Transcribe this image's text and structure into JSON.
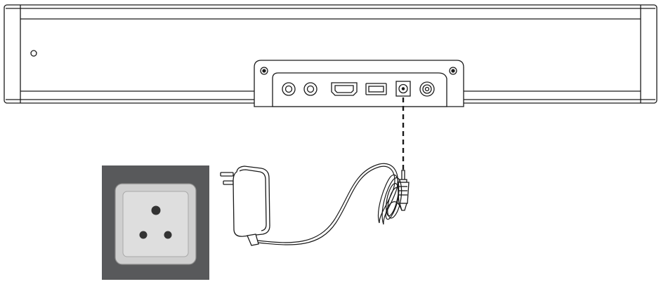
{
  "diagram": {
    "components": [
      {
        "id": "soundbar",
        "icon": "soundbar-icon"
      },
      {
        "id": "port-panel",
        "ports": [
          {
            "id": "aux-in-1",
            "icon": "round-jack-icon"
          },
          {
            "id": "aux-in-2",
            "icon": "round-jack-icon"
          },
          {
            "id": "hdmi",
            "icon": "hdmi-port-icon"
          },
          {
            "id": "usb",
            "icon": "usb-port-icon"
          },
          {
            "id": "dc-in",
            "icon": "dc-power-port-icon"
          },
          {
            "id": "coaxial",
            "icon": "coaxial-port-icon"
          }
        ]
      },
      {
        "id": "power-adapter",
        "icon": "power-adapter-icon"
      },
      {
        "id": "dc-plug",
        "icon": "dc-plug-icon"
      },
      {
        "id": "wall-socket",
        "icon": "three-pin-socket-icon"
      }
    ],
    "connections": [
      {
        "from": "dc-plug",
        "to": "dc-in",
        "style": "dashed"
      },
      {
        "from": "power-adapter",
        "to": "dc-plug",
        "style": "cable"
      }
    ],
    "colors": {
      "line": "#1a1a1a",
      "socket_frame": "#58595b",
      "socket_plate": "#cfcfcf",
      "socket_face": "#dedede",
      "socket_hole": "#333333",
      "background": "#ffffff"
    }
  }
}
